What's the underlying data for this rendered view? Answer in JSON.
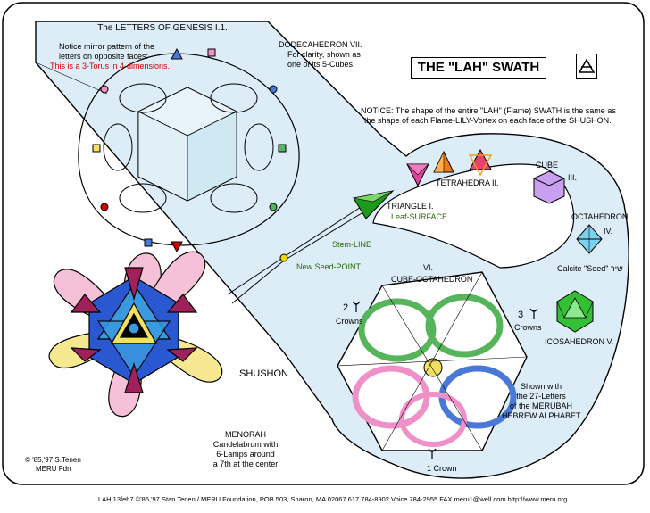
{
  "header": {
    "letters_title": "The LETTERS OF GENESIS I.1.",
    "mirror_note": [
      "Notice mirror pattern of the",
      "letters on opposite faces:"
    ],
    "torus_note": "This is a 3-Torus in 4-dimensions.",
    "dodeca_title": "DODECAHEDRON VII.",
    "dodeca_note": [
      "For clarity, shown as",
      "one of its 5-Cubes."
    ]
  },
  "swath": {
    "title": "THE \"LAH\" SWATH",
    "notice": [
      "NOTICE: The shape of the entire \"LAH\" (Flame) SWATH is the same as",
      "the shape of each Flame-LILY-Vortex on each face of the SHUSHON."
    ]
  },
  "solids": {
    "tetrahedra": "TETRAHEDRA II.",
    "cube": "CUBE",
    "cube_num": "III.",
    "octahedron": "OCTAHEDRON",
    "octa_num": "IV.",
    "calcite": "Calcite \"Seed\" שיר",
    "icosahedron": "ICOSAHEDRON V.",
    "triangle": "TRIANGLE I.",
    "leaf_surface": "Leaf-SURFACE",
    "stem_line": "Stem-LINE",
    "seed_point": "New Seed-POINT",
    "cubocta_num": "VI.",
    "cubocta": "CUBE-OCTAHEDRON"
  },
  "crowns": {
    "left": [
      "2",
      "Crowns"
    ],
    "right": [
      "3",
      "Crowns"
    ],
    "bottom": "1 Crown"
  },
  "merubah_note": [
    "Shown with",
    "the 27-Letters",
    "of the MERUBAH",
    "HEBREW ALPHABET"
  ],
  "shushon": "SHUSHON",
  "menorah": [
    "MENORAH",
    "Candelabrum with",
    "6-Lamps around",
    "a 7th at the center"
  ],
  "copyright": [
    "© '85,'97 S.Tenen",
    "MERU Fdn"
  ],
  "footer": "LAH 13feb7 ©'85,'97 Stan Tenen / MERU Foundation, POB 503, Sharon, MA 02067  617 784-8902 Voice  784-2955 FAX   meru1@well.com  http://www.meru.org",
  "colors": {
    "swath_fill": "#dcedf8",
    "outline": "#000000",
    "accent_red": "#d10000",
    "green_leaf": "#1c9a1c",
    "pink": "#f090c8",
    "blue": "#4a78d8",
    "yellow": "#f2e060"
  }
}
